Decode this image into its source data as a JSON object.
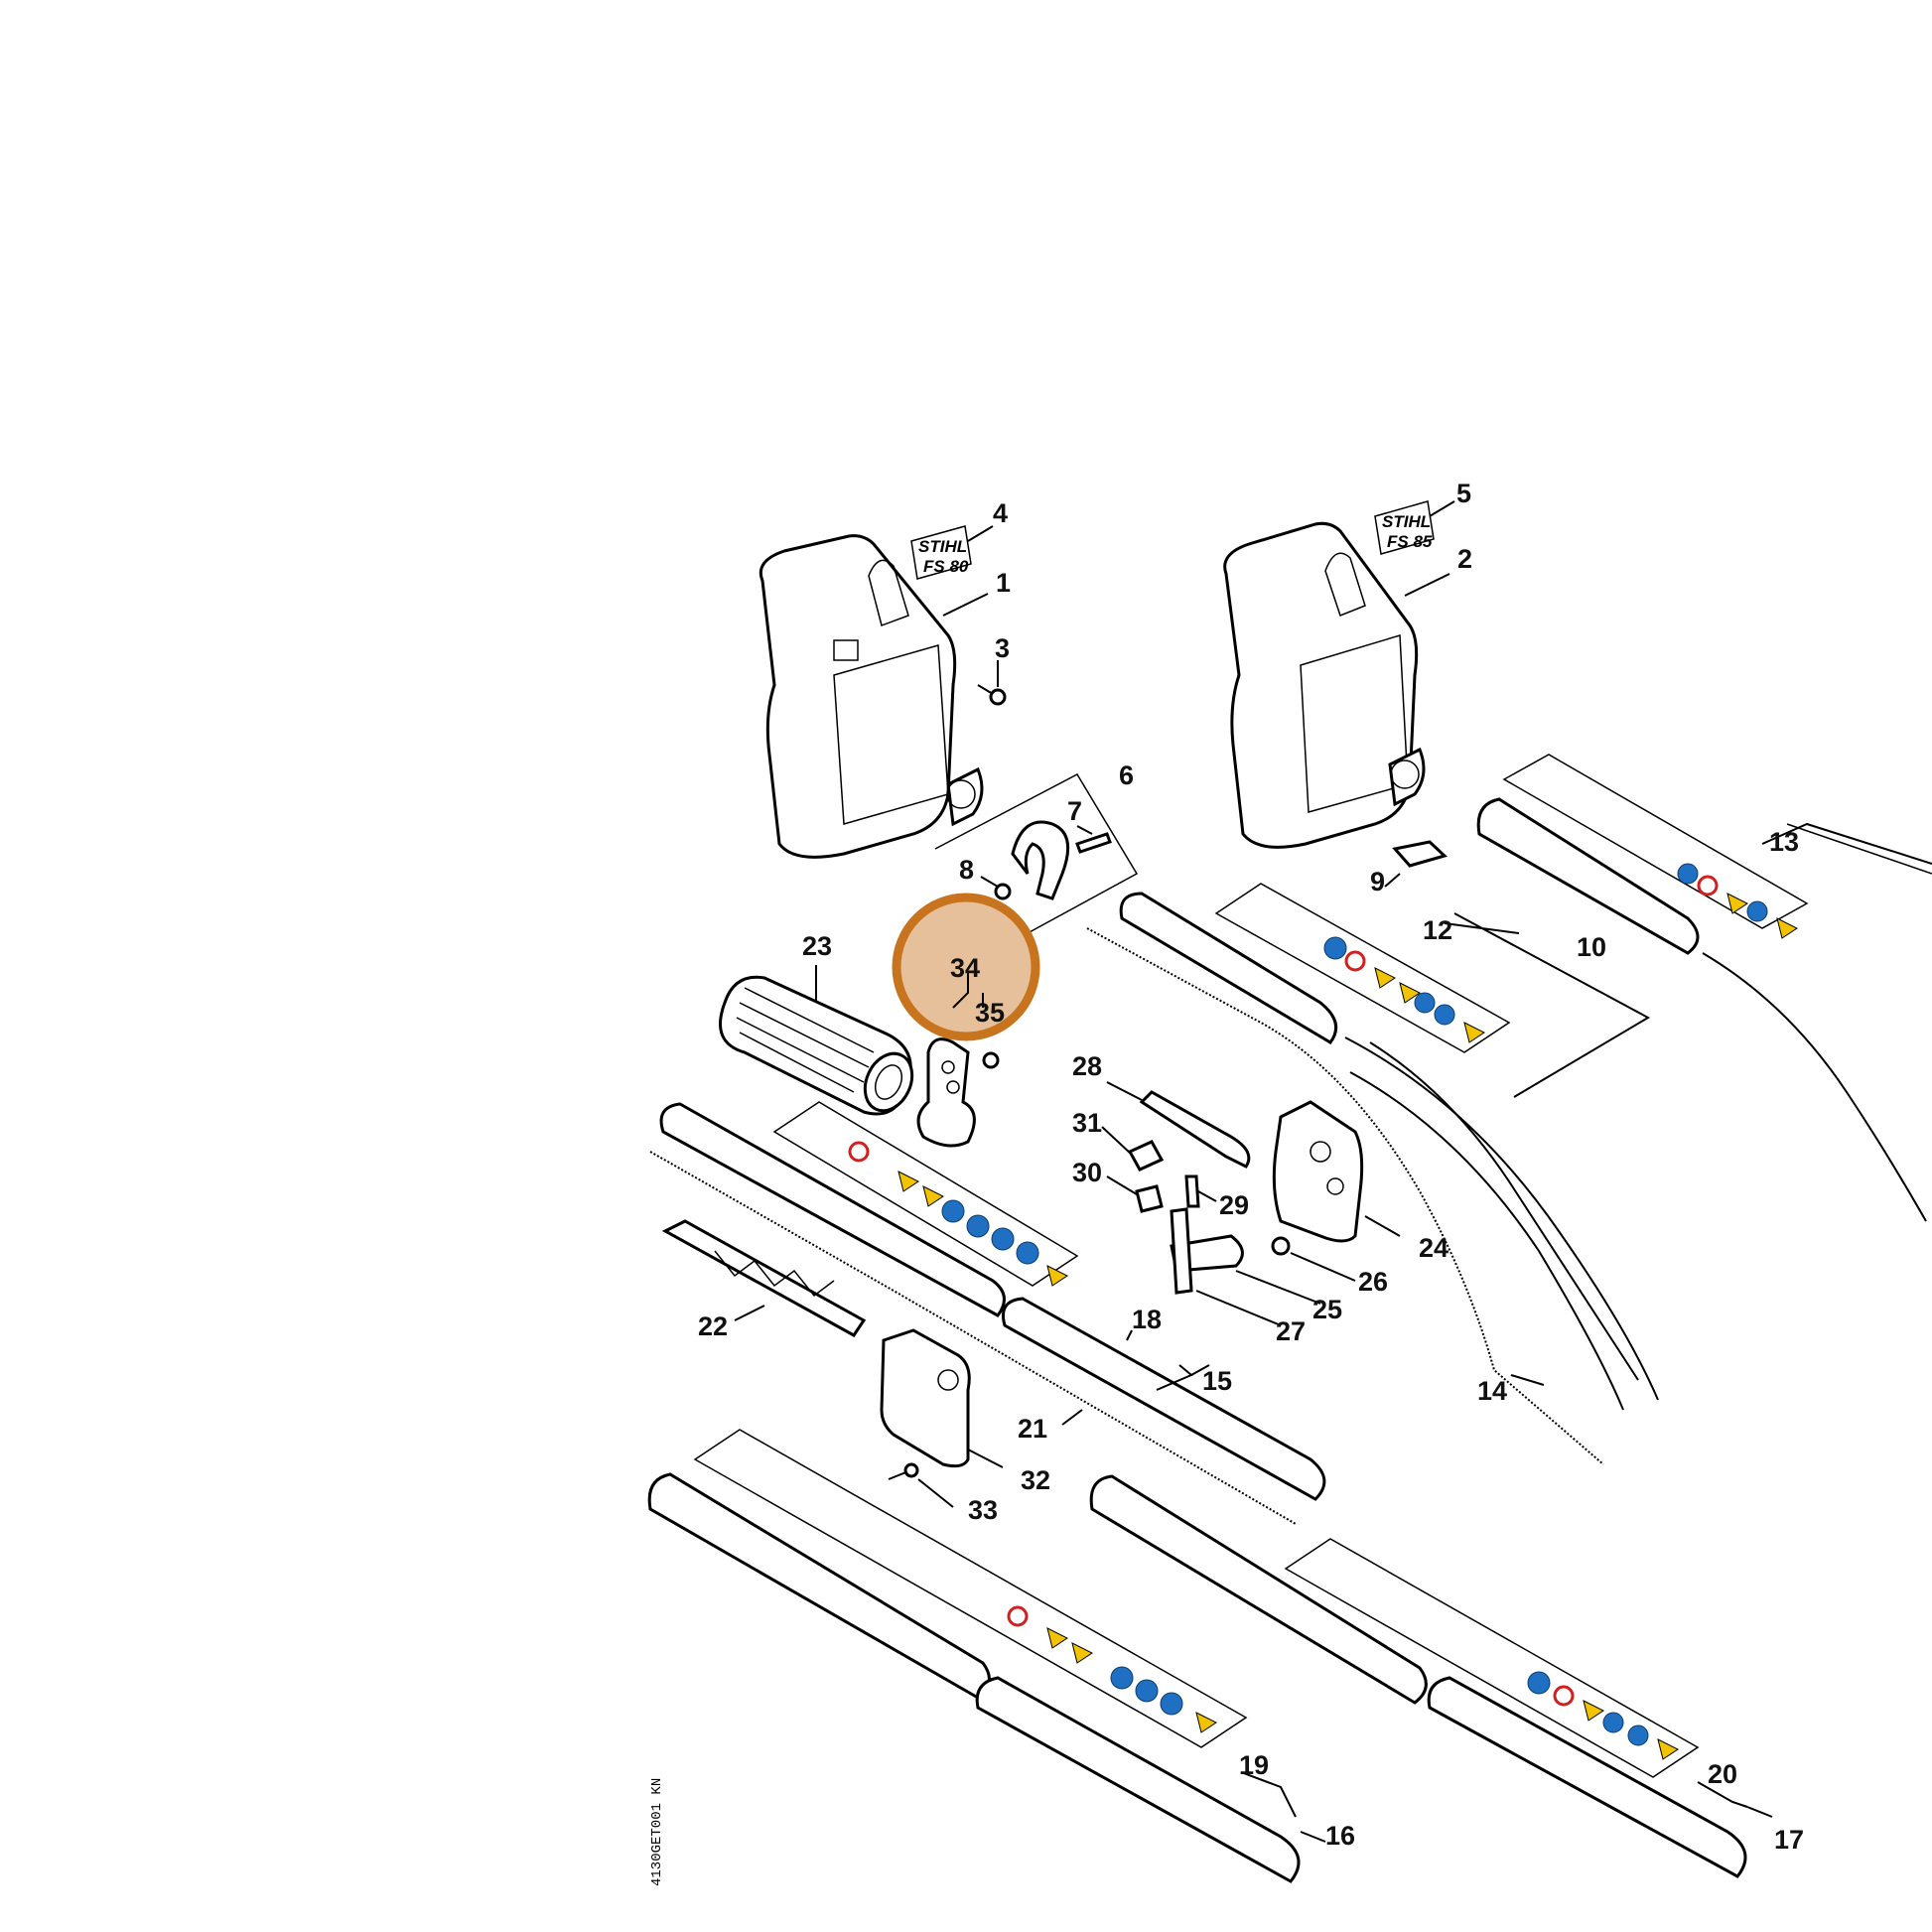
{
  "labels": {
    "p1": "1",
    "p2": "2",
    "p3": "3",
    "p4": "4",
    "p5": "5",
    "p6": "6",
    "p7": "7",
    "p8": "8",
    "p9": "9",
    "p10": "10",
    "p12": "12",
    "p13": "13",
    "p14": "14",
    "p15": "15",
    "p16": "16",
    "p17": "17",
    "p18": "18",
    "p19": "19",
    "p20": "20",
    "p21": "21",
    "p22": "22",
    "p23": "23",
    "p24": "24",
    "p25": "25",
    "p26": "26",
    "p27": "27",
    "p28": "28",
    "p29": "29",
    "p30": "30",
    "p31": "31",
    "p32": "32",
    "p33": "33",
    "p34": "34",
    "p35": "35"
  },
  "logos": {
    "decal4_line1": "STIHL",
    "decal4_line2": "FS 80",
    "decal5_line1": "STIHL",
    "decal5_line2": "FS 85"
  },
  "drawing_ref": "4130GET001 KN",
  "highlight": {
    "color": "#c8741f",
    "part": "34"
  }
}
